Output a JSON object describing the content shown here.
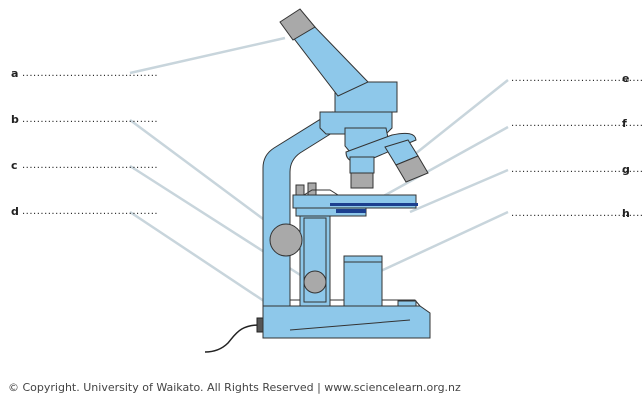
{
  "labels": {
    "a": {
      "letter": "a",
      "blank": "....................................."
    },
    "b": {
      "letter": "b",
      "blank": "....................................."
    },
    "c": {
      "letter": "c",
      "blank": "....................................."
    },
    "d": {
      "letter": "d",
      "blank": "....................................."
    },
    "e": {
      "letter": "e",
      "blank": "....................................."
    },
    "f": {
      "letter": "f",
      "blank": "....................................."
    },
    "g": {
      "letter": "g",
      "blank": "....................................."
    },
    "h": {
      "letter": "h",
      "blank": "....................................."
    }
  },
  "copyright": "© Copyright. University of Waikato. All Rights Reserved | www.sciencelearn.org.nz",
  "colors": {
    "body": "#8ec8ea",
    "outline": "#333333",
    "metal": "#a9a9a9",
    "leader": "#c8d5dc",
    "slide": "#1c3f8f"
  }
}
